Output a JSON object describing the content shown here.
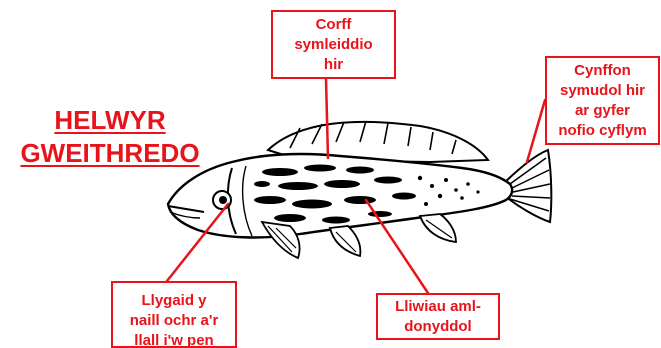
{
  "title": {
    "line1": "HELWYR",
    "line2": "GWEITHREDO"
  },
  "labels": {
    "body": "Corff\nsymleiddio\nhir",
    "tail": "Cynffon\nsymudol hir\nar gyfer\nnofio cyflym",
    "eye": "Llygaid y\nnaill ochr a'r\nllall i'w pen",
    "colour": "Lliwiau aml-\ndonyddol"
  },
  "colors": {
    "accent": "#e8141b",
    "ink": "#000000",
    "background": "#ffffff"
  }
}
